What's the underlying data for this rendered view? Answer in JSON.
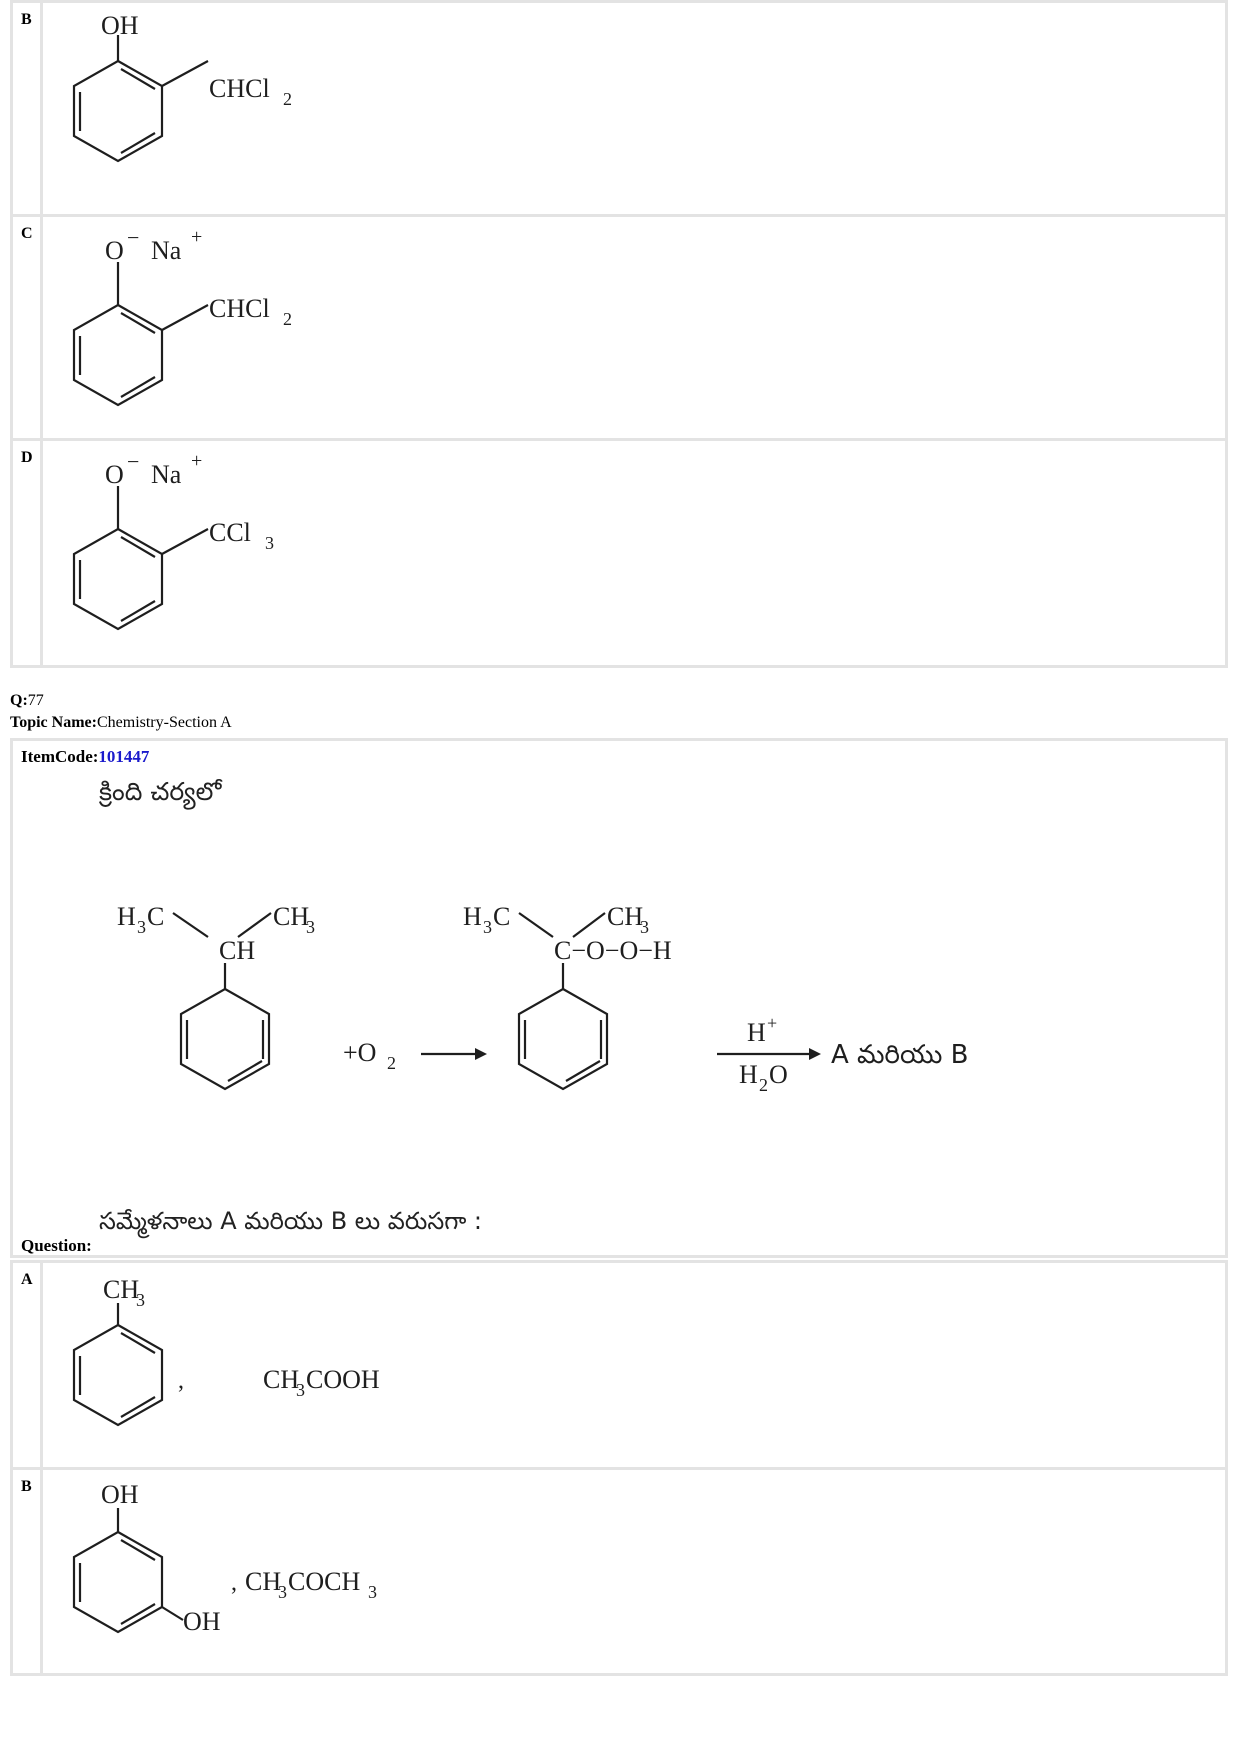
{
  "top_options": [
    {
      "letter": "B",
      "oxygen": "OH",
      "substituent": "CHCl",
      "subscript": "2"
    },
    {
      "letter": "C",
      "oxygen": "O",
      "charge_o": "−",
      "cation": "Na",
      "charge_na": "+",
      "substituent": "CHCl",
      "subscript": "2"
    },
    {
      "letter": "D",
      "oxygen": "O",
      "charge_o": "−",
      "cation": "Na",
      "charge_na": "+",
      "substituent": "CCl",
      "subscript": "3"
    }
  ],
  "question_header": {
    "q_label": "Q:",
    "q_number": "77",
    "topic_label": "Topic Name:",
    "topic_value": "Chemistry-Section A"
  },
  "item": {
    "code_label": "ItemCode:",
    "code_value": "101447",
    "intro_text": "క్రింది చర్యలో",
    "reaction": {
      "reactant_left_methyl": "H",
      "reactant_left_methyl_sub": "3",
      "reactant_left_methyl_tail": "C",
      "reactant_right_methyl": "CH",
      "reactant_right_methyl_sub": "3",
      "reactant_center": "CH",
      "plus_o2": "+O",
      "o2_sub": "2",
      "product_peroxide": "C−O−O−H",
      "reagent_top": "H",
      "reagent_top_sup": "+",
      "reagent_bottom": "H",
      "reagent_bottom_sub": "2",
      "reagent_bottom_tail": "O",
      "products_text": "A మరియు B"
    },
    "question_label": "Question:",
    "question_text": "సమ్మేళనాలు A మరియు B లు వరుసగా :"
  },
  "answer_options": [
    {
      "letter": "A",
      "group": "CH",
      "group_sub": "3",
      "comma": ",",
      "second": "CH",
      "second_sub": "3",
      "second_tail": "COOH"
    },
    {
      "letter": "B",
      "group": "OH",
      "meta_group": "OH",
      "comma": ",",
      "second": "CH",
      "second_sub": "3",
      "second_mid": "COCH",
      "second_sub2": "3"
    }
  ]
}
